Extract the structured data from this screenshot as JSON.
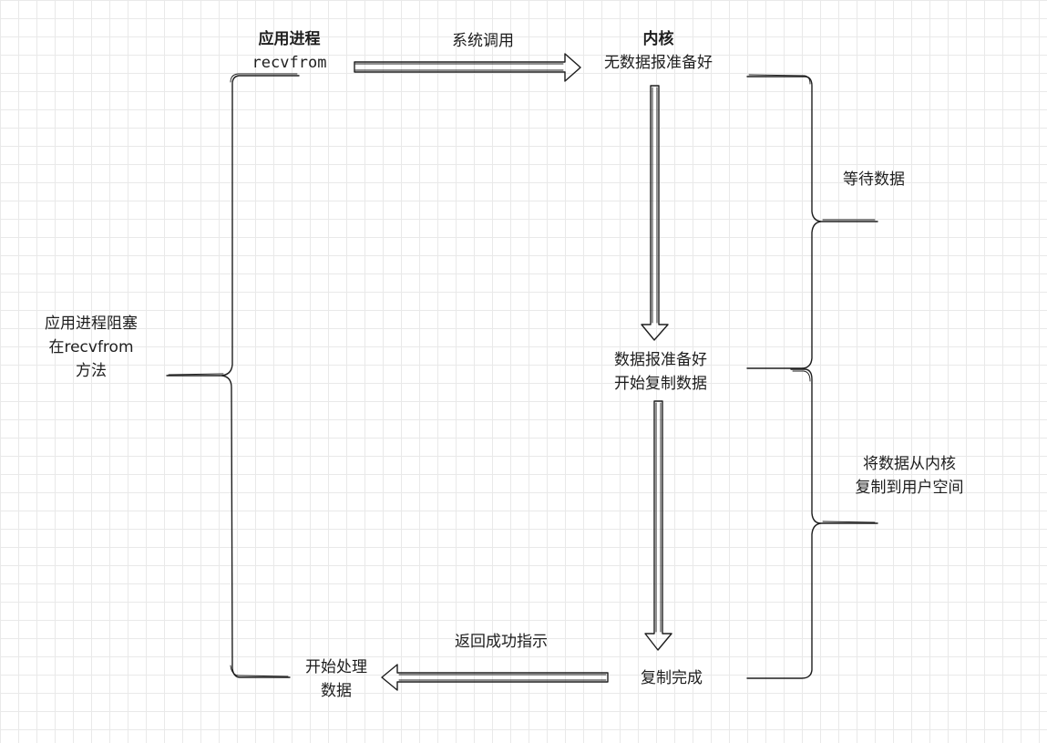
{
  "app_process": {
    "title": "应用进程",
    "call": "recvfrom"
  },
  "kernel": {
    "title": "内核",
    "status": "无数据报准备好"
  },
  "syscall_label": "系统调用",
  "wait_label": "等待数据",
  "ready": {
    "line1": "数据报准备好",
    "line2": "开始复制数据"
  },
  "copy_label": {
    "line1": "将数据从内核",
    "line2": "复制到用户空间"
  },
  "blocked": {
    "line1": "应用进程阻塞",
    "line2": "在recvfrom",
    "line3": "方法"
  },
  "done_label": "复制完成",
  "return_label": "返回成功指示",
  "process": {
    "line1": "开始处理",
    "line2": "数据"
  },
  "colors": {
    "stroke": "#1e1e1e",
    "grid": "#e9e9e9",
    "background": "#ffffff"
  }
}
